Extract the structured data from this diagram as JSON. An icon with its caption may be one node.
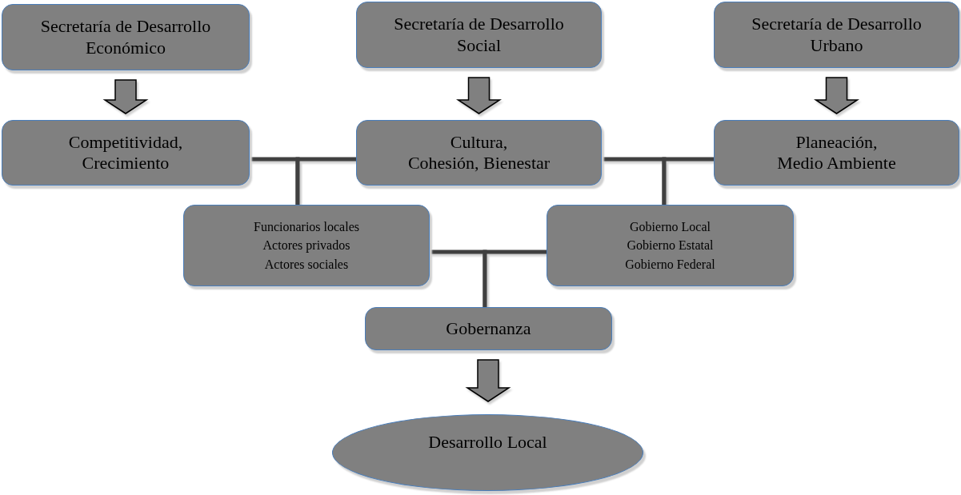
{
  "diagram": {
    "nodes": [
      {
        "text": [
          "Secretaría de Desarrollo Económico"
        ]
      },
      {
        "text": [
          "Secretaría de Desarrollo Social"
        ]
      },
      {
        "text": [
          "Secretaría de Desarrollo Urbano"
        ]
      },
      {
        "text": [
          "Competitividad, Crecimiento"
        ]
      },
      {
        "text": [
          "Cultura, Cohesión, Bienestar"
        ]
      },
      {
        "text": [
          "Planeación, Medio Ambiente"
        ]
      },
      {
        "text": [
          "Funcionarios locales Actores privados Actores sociales"
        ]
      },
      {
        "text": [
          "Gobierno Local Gobierno Estatal Gobierno Federal"
        ]
      },
      {
        "text": [
          "Gobernanza"
        ]
      },
      {
        "text": [
          "Desarrollo Local"
        ]
      }
    ],
    "edges": [
      {
        "from": 0,
        "to": 3,
        "arrow": "to",
        "style": "thick"
      },
      {
        "from": 1,
        "to": 4,
        "arrow": "to",
        "style": "thick"
      },
      {
        "from": 2,
        "to": 5,
        "arrow": "to",
        "style": "thick"
      },
      {
        "from": 3,
        "to": 6,
        "arrow": "none"
      },
      {
        "from": 4,
        "to": 6,
        "arrow": "none"
      },
      {
        "from": 4,
        "to": 7,
        "arrow": "none"
      },
      {
        "from": 5,
        "to": 7,
        "arrow": "none"
      },
      {
        "from": 6,
        "to": 8,
        "arrow": "none"
      },
      {
        "from": 7,
        "to": 8,
        "arrow": "none"
      },
      {
        "from": 8,
        "to": 9,
        "arrow": "to",
        "style": "thick"
      }
    ]
  }
}
